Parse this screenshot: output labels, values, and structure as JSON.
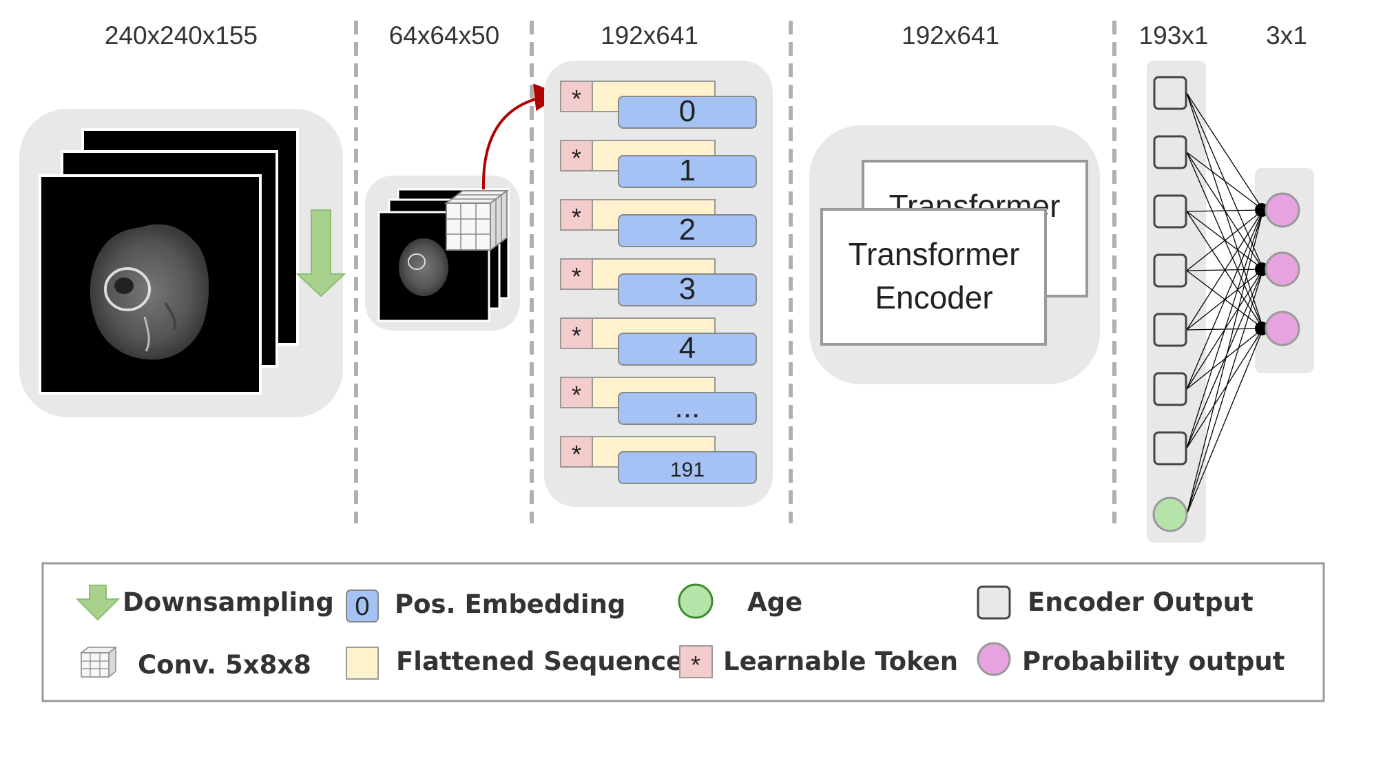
{
  "dims": {
    "input": "240x240x155",
    "downsampled": "64x64x50",
    "sequence": "192x641",
    "encoded": "192x641",
    "encoder_output": "193x1",
    "probability": "3x1"
  },
  "tokens": [
    "0",
    "1",
    "2",
    "3",
    "4",
    "...",
    "191"
  ],
  "token_symbol": "*",
  "transformer": {
    "back_text": "Transformer",
    "front_line1": "Transformer",
    "front_line2": "Encoder"
  },
  "legend": {
    "downsampling": "Downsampling",
    "conv": "Conv. 5x8x8",
    "pos_embedding_icon": "0",
    "pos_embedding": "Pos. Embedding",
    "flattened": "Flattened Sequence",
    "age": "Age",
    "learnable_icon": "*",
    "learnable": "Learnable Token",
    "encoder_output": "Encoder Output",
    "probability": "Probability output"
  },
  "colors": {
    "panel_gray": "#e8e8e8",
    "dashed_divider": "#b0b0b0",
    "arrow_green": "#a9d18e",
    "token_pink": "#f4cccc",
    "flattened_yellow": "#fff2cc",
    "pos_blue": "#a4c2f4",
    "age_green": "#b6e3a8",
    "prob_pink": "#e6a3e0",
    "arrow_red": "#b00000"
  }
}
